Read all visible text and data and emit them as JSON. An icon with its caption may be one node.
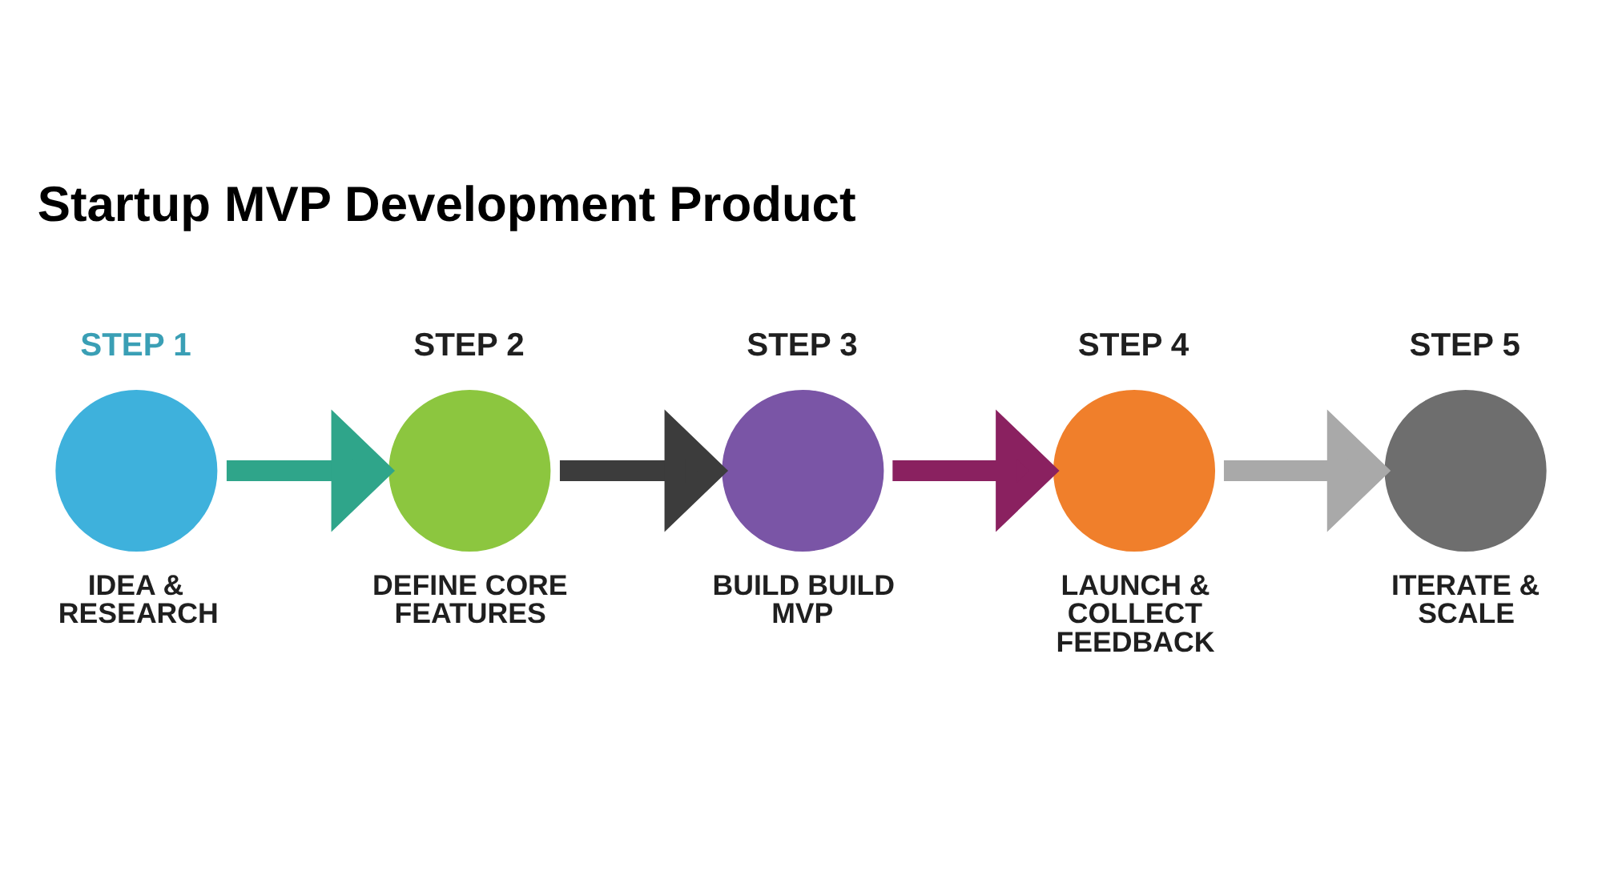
{
  "diagram": {
    "title": "Startup MVP Development Product",
    "nodes": [
      {
        "text": [
          "STEP 1",
          "IDEA & RESEARCH"
        ]
      },
      {
        "text": [
          "STEP 2",
          "DEFINE CORE FEATURES"
        ]
      },
      {
        "text": [
          "STEP 3",
          "BUILD BUILD MVP"
        ]
      },
      {
        "text": [
          "STEP 4",
          "LAUNCH & COLLECT FEEDBACK"
        ]
      },
      {
        "text": [
          "STEP 5",
          "ITERATE & SCALE"
        ]
      }
    ],
    "edges": [
      {
        "from": 0,
        "to": 1,
        "arrow": "to",
        "color": "#2fa58a"
      },
      {
        "from": 1,
        "to": 2,
        "arrow": "to",
        "color": "#3c3c3c"
      },
      {
        "from": 2,
        "to": 3,
        "arrow": "to",
        "color": "#8a2160"
      },
      {
        "from": 3,
        "to": 4,
        "arrow": "to",
        "color": "#a9a9a9"
      }
    ]
  }
}
